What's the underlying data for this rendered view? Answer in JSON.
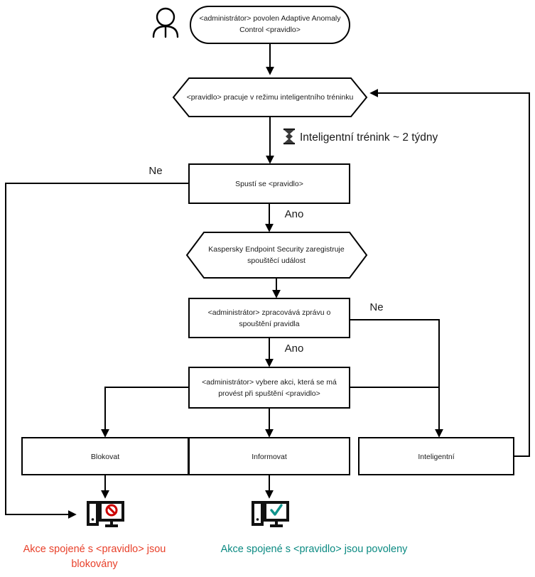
{
  "diagram": {
    "title": "Adaptive Anomaly Control rule processing flowchart",
    "language": "cs",
    "colors": {
      "stroke": "#000000",
      "fill": "#ffffff",
      "text": "#1a1a1a",
      "blocked": "#e8402a",
      "allowed": "#0b8a82",
      "block_icon": "#cc0000",
      "check_icon": "#10938c"
    },
    "actor": {
      "icon": "person-actor-icon"
    },
    "nodes": {
      "start": {
        "shape": "rounded",
        "line1": "<administrátor> povolen Adaptive Anomaly",
        "line2": "Control <pravidlo>"
      },
      "smart_mode": {
        "shape": "hexagon",
        "line1": "<pravidlo> pracuje v režimu inteligentního tréninku"
      },
      "rule_triggers": {
        "shape": "rect",
        "line1": "Spustí se <pravidlo>"
      },
      "kes_registers": {
        "shape": "hexagon",
        "line1": "Kaspersky Endpoint Security zaregistruje",
        "line2": "spouštěcí událost"
      },
      "admin_processes": {
        "shape": "rect",
        "line1": "<administrátor> zpracovává zprávu o",
        "line2": "spouštění pravidla"
      },
      "admin_selects": {
        "shape": "rect",
        "line1": "<administrátor> vybere akci, která se má",
        "line2": "provést při spuštění <pravidlo>"
      },
      "action_block": {
        "shape": "rect",
        "line1": "Blokovat"
      },
      "action_inform": {
        "shape": "rect",
        "line1": "Informovat"
      },
      "action_smart": {
        "shape": "rect",
        "line1": "Inteligentní"
      }
    },
    "notes": {
      "training": {
        "icon": "hourglass-icon",
        "text": "Inteligentní trénink ~ 2 týdny"
      }
    },
    "edge_labels": {
      "trigger_no": "Ne",
      "trigger_yes": "Ano",
      "process_no": "Ne",
      "process_yes": "Ano"
    },
    "outcomes": {
      "blocked": {
        "icon": "monitor-blocked-icon",
        "line1": "Akce spojené s <pravidlo> jsou",
        "line2": "blokovány",
        "color": "#e8402a"
      },
      "allowed": {
        "icon": "monitor-allowed-icon",
        "line1": "Akce spojené s <pravidlo> jsou povoleny",
        "line2": "",
        "color": "#0b8a82"
      }
    }
  }
}
